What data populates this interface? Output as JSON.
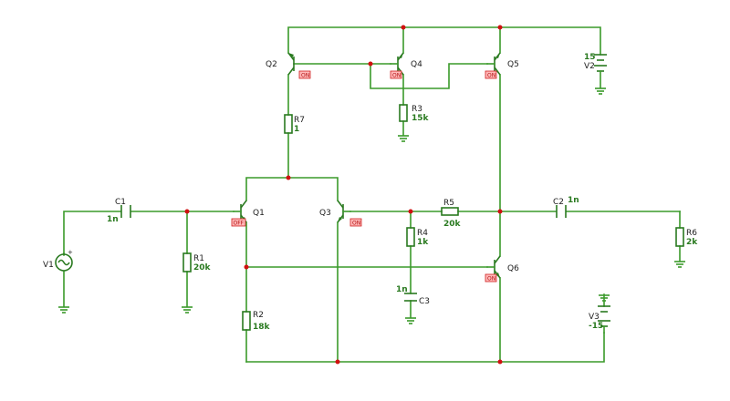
{
  "components": {
    "C1": {
      "name": "C1",
      "value": "1n"
    },
    "C2": {
      "name": "C2",
      "value": "1n"
    },
    "C3": {
      "name": "C3",
      "value": "1n"
    },
    "R1": {
      "name": "R1",
      "value": "20k"
    },
    "R2": {
      "name": "R2",
      "value": "18k"
    },
    "R3": {
      "name": "R3",
      "value": "15k"
    },
    "R4": {
      "name": "R4",
      "value": "1k"
    },
    "R5": {
      "name": "R5",
      "value": "20k"
    },
    "R6": {
      "name": "R6",
      "value": "2k"
    },
    "R7": {
      "name": "R7",
      "value": "1"
    },
    "V1": {
      "name": "V1"
    },
    "V2": {
      "name": "V2",
      "value": "15"
    },
    "V3": {
      "name": "V3",
      "value": "-15"
    },
    "Q1": {
      "name": "Q1",
      "state": "OFF"
    },
    "Q2": {
      "name": "Q2",
      "state": "ON"
    },
    "Q3": {
      "name": "Q3",
      "state": "ON"
    },
    "Q4": {
      "name": "Q4",
      "state": "ON"
    },
    "Q5": {
      "name": "Q5",
      "state": "ON"
    },
    "Q6": {
      "name": "Q6",
      "state": "ON"
    }
  },
  "colors": {
    "wire": "#3a9a2a",
    "node": "#d01010",
    "label": "#202020",
    "value": "#2a7a20"
  }
}
